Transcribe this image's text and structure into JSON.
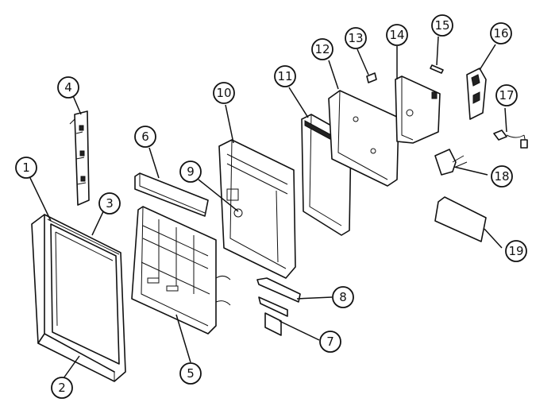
{
  "callouts": [
    {
      "id": "1",
      "label": "1"
    },
    {
      "id": "2",
      "label": "2"
    },
    {
      "id": "3",
      "label": "3"
    },
    {
      "id": "4",
      "label": "4"
    },
    {
      "id": "5",
      "label": "5"
    },
    {
      "id": "6",
      "label": "6"
    },
    {
      "id": "7",
      "label": "7"
    },
    {
      "id": "8",
      "label": "8"
    },
    {
      "id": "9",
      "label": "9"
    },
    {
      "id": "10",
      "label": "10"
    },
    {
      "id": "11",
      "label": "11"
    },
    {
      "id": "12",
      "label": "12"
    },
    {
      "id": "13",
      "label": "13"
    },
    {
      "id": "14",
      "label": "14"
    },
    {
      "id": "15",
      "label": "15"
    },
    {
      "id": "16",
      "label": "16"
    },
    {
      "id": "17",
      "label": "17"
    },
    {
      "id": "18",
      "label": "18"
    },
    {
      "id": "19",
      "label": "19"
    }
  ],
  "colors": {
    "line": "#111111",
    "background": "#ffffff"
  }
}
